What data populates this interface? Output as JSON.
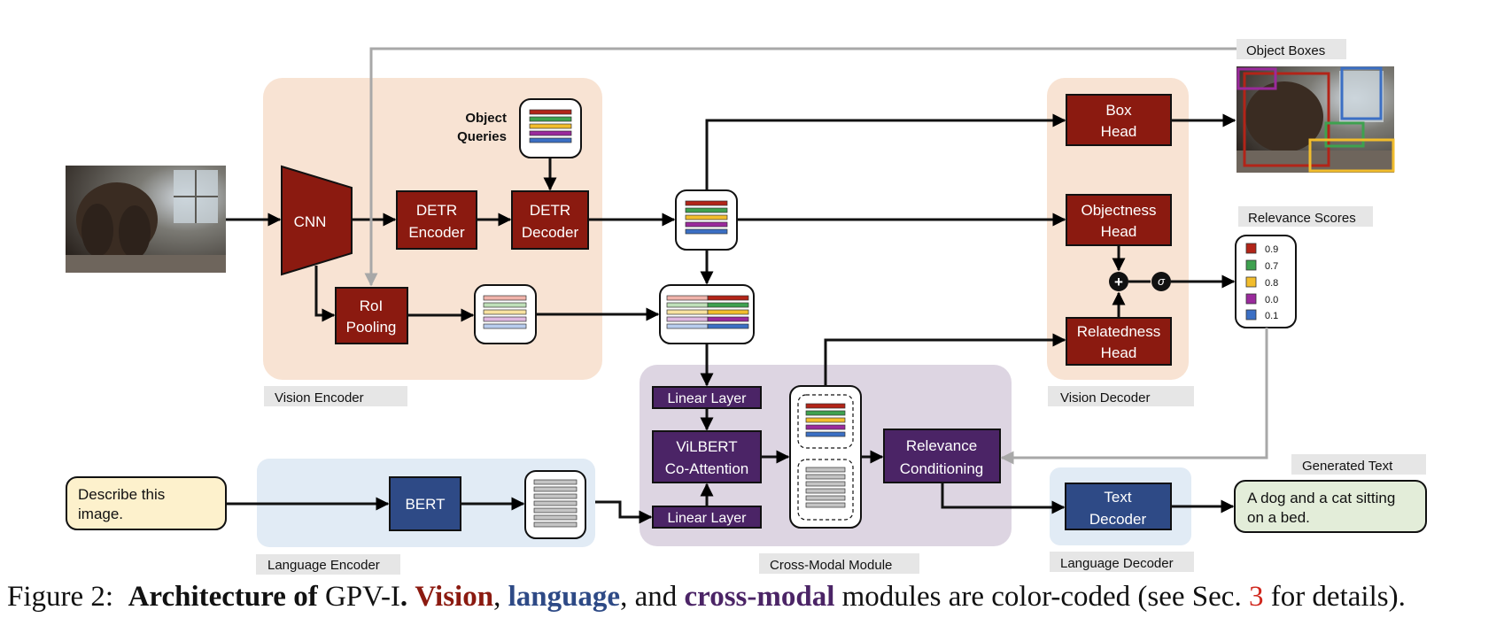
{
  "colors": {
    "vision_module": "#8b1a10",
    "language_module": "#2e4a86",
    "cross_modal_module": "#4b2466",
    "vision_bg": "#f8e3d3",
    "language_bg": "#e1ebf5",
    "cross_bg": "#ddd5e2",
    "input_text_bg": "#fdf1cc",
    "output_text_bg": "#e3edd9"
  },
  "regions": {
    "vision_encoder": "Vision Encoder",
    "language_encoder": "Language Encoder",
    "cross_modal": "Cross-Modal Module",
    "vision_decoder": "Vision Decoder",
    "language_decoder": "Language Decoder"
  },
  "blocks": {
    "cnn": "CNN",
    "detr_encoder": [
      "DETR",
      "Encoder"
    ],
    "detr_decoder": [
      "DETR",
      "Decoder"
    ],
    "roi_pooling": [
      "RoI",
      "Pooling"
    ],
    "object_queries": [
      "Object",
      "Queries"
    ],
    "box_head": [
      "Box",
      "Head"
    ],
    "objectness_head": [
      "Objectness",
      "Head"
    ],
    "relatedness_head": [
      "Relatedness",
      "Head"
    ],
    "linear_layer_top": "Linear Layer",
    "linear_layer_bottom": "Linear Layer",
    "vilbert": [
      "ViLBERT",
      "Co-Attention"
    ],
    "relevance_conditioning": [
      "Relevance",
      "Conditioning"
    ],
    "bert": "BERT",
    "text_decoder": [
      "Text",
      "Decoder"
    ]
  },
  "io": {
    "input_text": [
      "Describe this",
      "image."
    ],
    "generated_text_label": "Generated Text",
    "generated_text": [
      "A dog and a cat sitting",
      "on a bed."
    ],
    "object_boxes_label": "Object Boxes",
    "relevance_scores_label": "Relevance Scores",
    "relevance_scores": [
      {
        "value": "0.9",
        "color": "#b22418"
      },
      {
        "value": "0.7",
        "color": "#3ea14f"
      },
      {
        "value": "0.8",
        "color": "#f2bd2c"
      },
      {
        "value": "0.0",
        "color": "#9a2a9c"
      },
      {
        "value": "0.1",
        "color": "#3b6fc4"
      }
    ],
    "plus_symbol": "+",
    "sigma_symbol": "σ"
  },
  "caption": {
    "prefix": "Figure 2:",
    "bold_part": "Architecture of",
    "model": "GPV-I",
    "bold_dot": ".",
    "vision": "Vision",
    "comma1": ",",
    "language": "language",
    "middle": ", and",
    "cross_modal": "cross-modal",
    "suffix_a": "modules are color-coded (see Sec.",
    "ref": "3",
    "suffix_b": "for details)."
  }
}
